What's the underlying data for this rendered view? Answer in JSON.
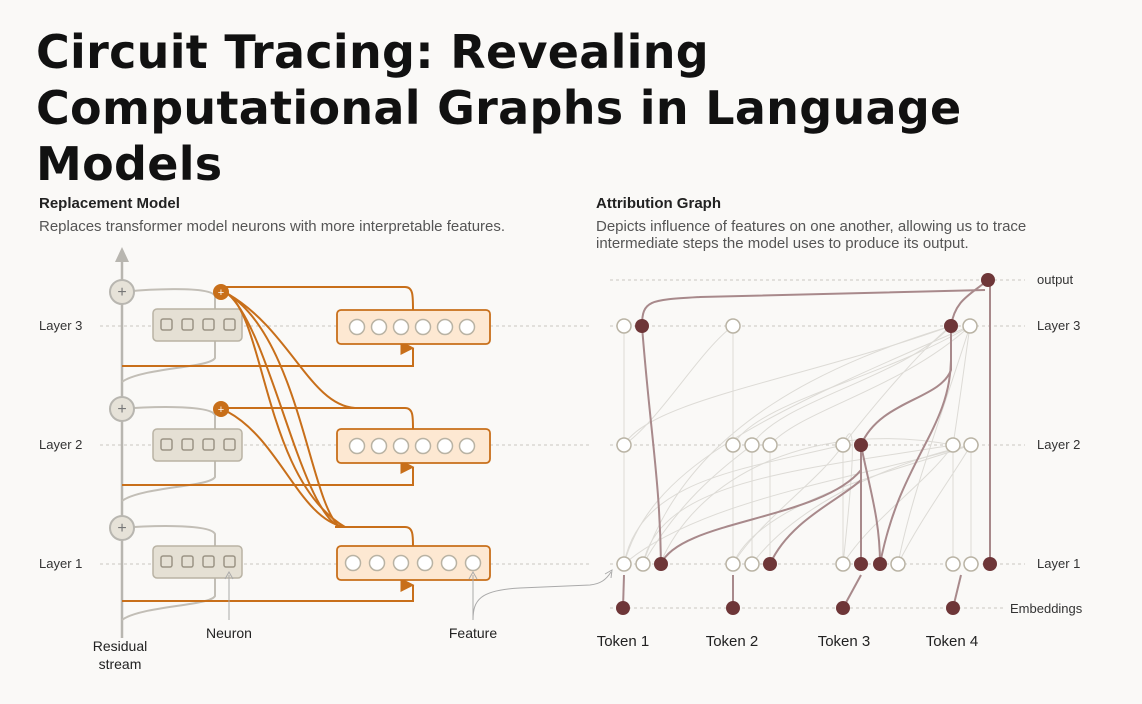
{
  "title": "Circuit Tracing: Revealing Computational Graphs in Language Models",
  "left": {
    "heading": "Replacement Model",
    "description": "Replaces transformer model neurons with more interpretable features.",
    "layers": [
      "Layer 1",
      "Layer 2",
      "Layer 3"
    ],
    "labels": {
      "residual": [
        "Residual",
        "stream"
      ],
      "neuron": "Neuron",
      "feature": "Feature"
    }
  },
  "right": {
    "heading": "Attribution Graph",
    "description_lines": [
      "Depicts influence of features on one another, allowing us to trace",
      "intermediate steps the model uses to produce its output."
    ],
    "layers": [
      "Layer 1",
      "Layer 2",
      "Layer 3"
    ],
    "output_label": "output",
    "embeddings_label": "Embeddings",
    "tokens": [
      "Token 1",
      "Token 2",
      "Token 3",
      "Token 4"
    ]
  },
  "colors": {
    "orange": "#c86f1a",
    "feature_fill": "#fde8d2",
    "neuron_fill": "#e5e0d4",
    "node_dark": "#6e3638",
    "edge_dark": "#a8898b",
    "gray_line": "#b8b6b0"
  }
}
